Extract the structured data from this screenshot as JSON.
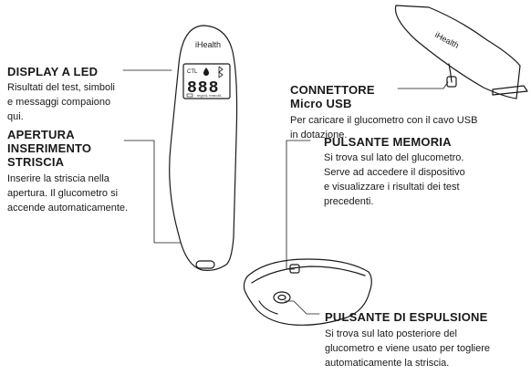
{
  "brand": "iHealth",
  "display": {
    "indicators": [
      "CTL"
    ],
    "digits": "888",
    "units": "mg/dL mmol/L"
  },
  "callouts": {
    "display_led": {
      "title": [
        "DISPLAY A LED"
      ],
      "body": [
        "Risultati del test, simboli",
        "e messaggi compaiono",
        "qui."
      ]
    },
    "strip_port": {
      "title": [
        "APERTURA",
        "INSERIMENTO",
        "STRISCIA"
      ],
      "body": [
        "Inserire la striscia nella",
        "apertura. Il glucometro si",
        "accende automaticamente."
      ]
    },
    "usb": {
      "title": [
        "CONNETTORE",
        "Micro USB"
      ],
      "body": [
        "Per caricare il glucometro con il cavo USB",
        "in dotazione."
      ]
    },
    "memory": {
      "title": [
        "PULSANTE MEMORIA"
      ],
      "body": [
        "Si trova sul lato del glucometro.",
        "Serve ad accedere il dispositivo",
        "e visualizzare i risultati dei test",
        "precedenti."
      ]
    },
    "eject": {
      "title": [
        "PULSANTE DI ESPULSIONE"
      ],
      "body": [
        "Si trova sul lato posteriore del",
        "glucometro e viene usato per togliere",
        "automaticamente la striscia."
      ]
    }
  }
}
